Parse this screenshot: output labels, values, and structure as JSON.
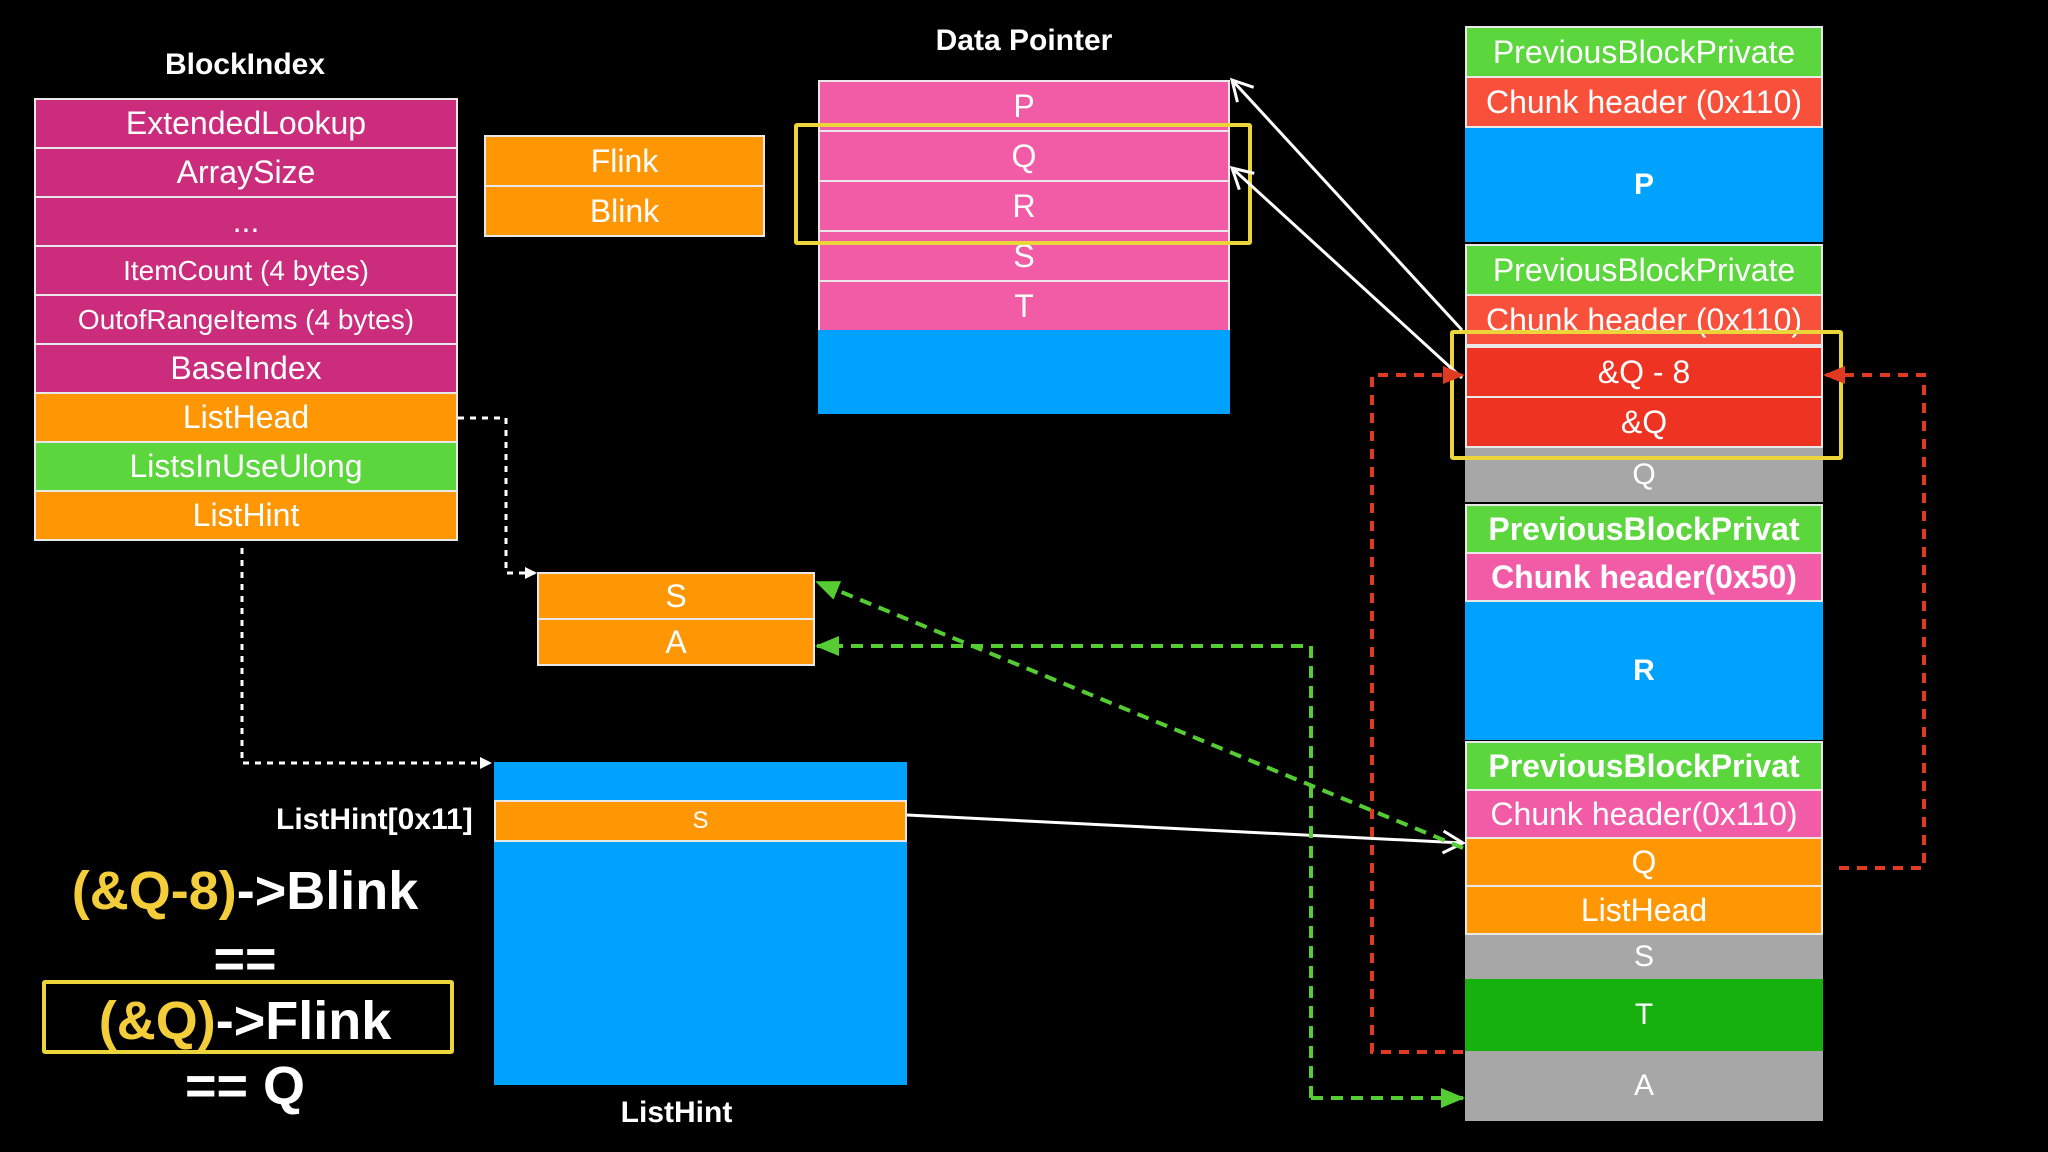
{
  "block_index": {
    "title": "BlockIndex",
    "fields": [
      "ExtendedLookup",
      "ArraySize",
      "...",
      "ItemCount (4 bytes)",
      "OutofRangeItems (4 bytes)",
      "BaseIndex",
      "ListHead",
      "ListsInUseUlong",
      "ListHint"
    ]
  },
  "link_box": {
    "flink": "Flink",
    "blink": "Blink"
  },
  "data_pointer": {
    "title": "Data Pointer",
    "rows": [
      "P",
      "Q",
      "R",
      "S",
      "T"
    ]
  },
  "list_head_box": {
    "rows": [
      "S",
      "A"
    ]
  },
  "list_hint": {
    "title": "ListHint",
    "slot_label": "ListHint[0x11]",
    "slot_value": "S"
  },
  "equation": {
    "line1_highlight": "(&Q-8)",
    "line1_rest": "->Blink",
    "line2": "==",
    "line3_highlight": "(&Q)",
    "line3_rest": "->Flink",
    "line4": "== Q"
  },
  "heap": {
    "chunk_p": {
      "prev": "PreviousBlockPrivate",
      "header": "Chunk header (0x110)",
      "body": "P"
    },
    "chunk_q": {
      "prev": "PreviousBlockPrivate",
      "header": "Chunk header (0x110)",
      "flink": "&Q - 8",
      "blink": "&Q",
      "body": "Q"
    },
    "chunk_r": {
      "prev": "PreviousBlockPrivat",
      "header": "Chunk header(0x50)",
      "body": "R"
    },
    "chunk_s": {
      "prev": "PreviousBlockPrivat",
      "header": "Chunk header(0x110)",
      "flink": "Q",
      "blink": "ListHead",
      "body": "S"
    },
    "chunk_t": {
      "body": "T"
    },
    "chunk_a": {
      "body": "A"
    }
  },
  "colors": {
    "magenta": "#cc2c7c",
    "orange": "#ff9705",
    "green": "#5bd63d",
    "pink": "#f25ca6",
    "blue": "#00a2ff",
    "red": "#ee3322",
    "gray": "#a7a7a7",
    "highlight": "#ecd53a"
  }
}
